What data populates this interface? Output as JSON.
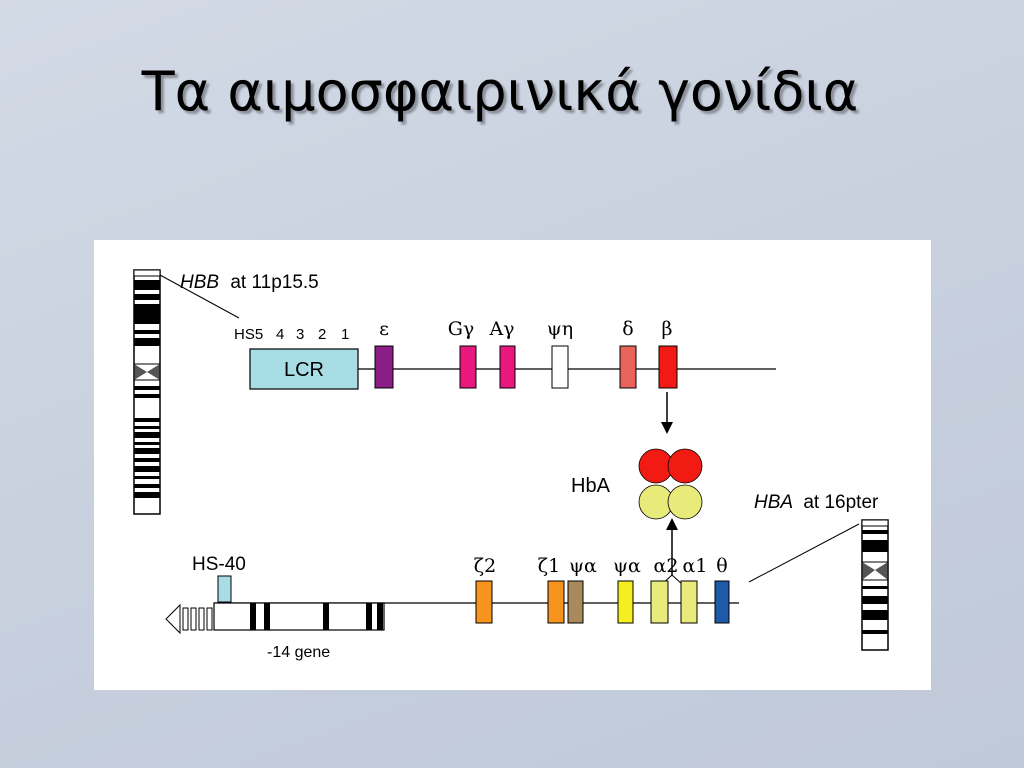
{
  "slide": {
    "title": "Τα αιμοσφαιρινικά γονίδια"
  },
  "beta_locus": {
    "label_gene": "HBB",
    "label_location": "at 11p15.5",
    "hs_sites": [
      "HS5",
      "4",
      "3",
      "2",
      "1"
    ],
    "lcr_label": "LCR",
    "genes": [
      {
        "label": "ε",
        "color": "#8b1e86"
      },
      {
        "label": "Gγ",
        "color": "#e8187f"
      },
      {
        "label": "Aγ",
        "color": "#e8187f"
      },
      {
        "label": "ψη",
        "color": "#ffffff"
      },
      {
        "label": "δ",
        "color": "#e8645a"
      },
      {
        "label": "β",
        "color": "#f21b14"
      }
    ]
  },
  "hemoglobin": {
    "label": "HbA",
    "beta_color": "#f21b14",
    "alpha_color": "#e8ea7a"
  },
  "alpha_locus": {
    "label_gene": "HBA",
    "label_location": "at 16pter",
    "hs40_label": "HS-40",
    "neighbor_gene_label": "-14 gene",
    "genes": [
      {
        "label": "ζ2",
        "color": "#f7941d"
      },
      {
        "label": "ζ1",
        "color": "#f7941d"
      },
      {
        "label": "ψα",
        "color": "#a88a5c"
      },
      {
        "label": "ψα",
        "color": "#f4ee22"
      },
      {
        "label": "α2",
        "color": "#e8ea7a"
      },
      {
        "label": "α1",
        "color": "#e8ea7a"
      },
      {
        "label": "θ",
        "color": "#1f5aa6"
      }
    ]
  },
  "colors": {
    "lcr_fill": "#a9dde6",
    "hs40_fill": "#a9dde6"
  }
}
